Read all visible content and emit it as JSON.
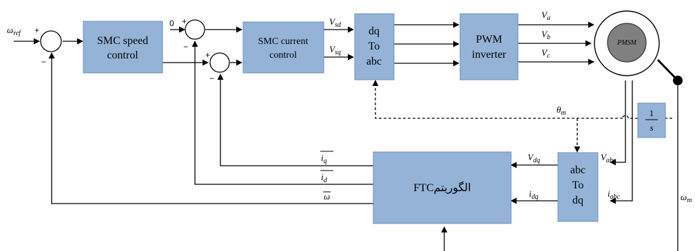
{
  "blocks": {
    "smc_speed": [
      "SMC speed",
      "control"
    ],
    "smc_current": [
      "SMC current",
      "control"
    ],
    "dq_to_abc": [
      "dq",
      "To",
      "abc"
    ],
    "pwm": [
      "PWM",
      "inverter"
    ],
    "pmsm": "PMSM",
    "abc_to_dq": [
      "abc",
      "To",
      "dq"
    ],
    "ftc": "FTCالگوریتم",
    "integrator_num": "1",
    "integrator_den": "s"
  },
  "signals": {
    "omega_ref": "ω",
    "omega_ref_sub": "ref",
    "zero_ref": "0",
    "vsd": "V",
    "vsd_sub": "sd",
    "vsq": "V",
    "vsq_sub": "sq",
    "va": "V",
    "va_sub": "a",
    "vb": "V",
    "vb_sub": "b",
    "vc": "V",
    "vc_sub": "c",
    "theta": "θ",
    "theta_sub": "m",
    "omega_m": "ω",
    "omega_m_sub": "m",
    "vdq": "V",
    "vdq_sub": "dq",
    "vabc": "V",
    "vabc_sub": "abc",
    "idq": "i",
    "idq_sub": "dq",
    "iabc": "i",
    "iabc_sub": "abc",
    "iq_hat": "i",
    "iq_hat_sub": "q",
    "id_hat": "i",
    "id_hat_sub": "d",
    "omega_hat": "ω"
  },
  "signs": {
    "plus": "+",
    "minus": "−"
  },
  "colors": {
    "block_fill": "#95b3d7",
    "block_stroke": "#6d8fbb",
    "motor_fill": "#808080"
  }
}
